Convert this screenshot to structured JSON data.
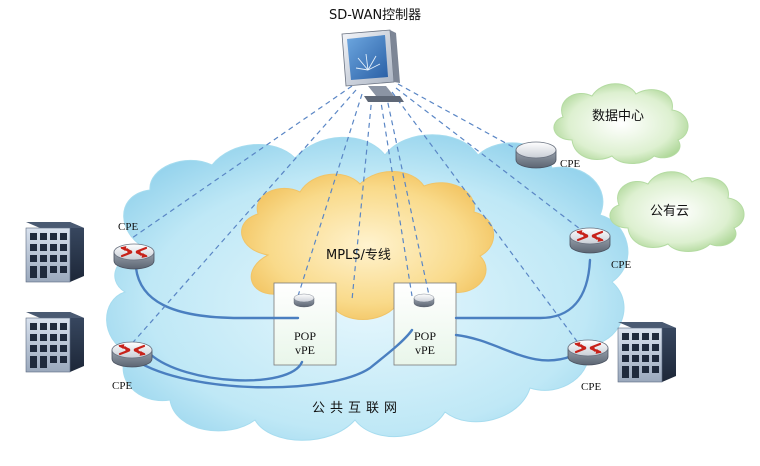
{
  "diagram": {
    "controller_label": "SD-WAN控制器",
    "datacenter_label": "数据中心",
    "public_cloud_label": "公有云",
    "mpls_label": "MPLS/专线",
    "internet_label": "公共互联网",
    "pop_left": {
      "line1": "POP",
      "line2": "vPE"
    },
    "pop_right": {
      "line1": "POP",
      "line2": "vPE"
    },
    "cpe_labels": {
      "top_left": "CPE",
      "bottom_left": "CPE",
      "datacenter": "CPE",
      "public_cloud": "CPE",
      "bottom_right": "CPE"
    }
  },
  "colors": {
    "internet_cloud": "#bfe8f6",
    "mpls_cloud": "#f7d27a",
    "branch_cloud": "#cde8bf",
    "link_line": "#4a7fc0",
    "control_line": "#5a86c5",
    "router_arrow": "#c8221a"
  },
  "icons": {
    "controller": "monitor-icon",
    "router": "router-icon",
    "building": "office-building-icon"
  }
}
